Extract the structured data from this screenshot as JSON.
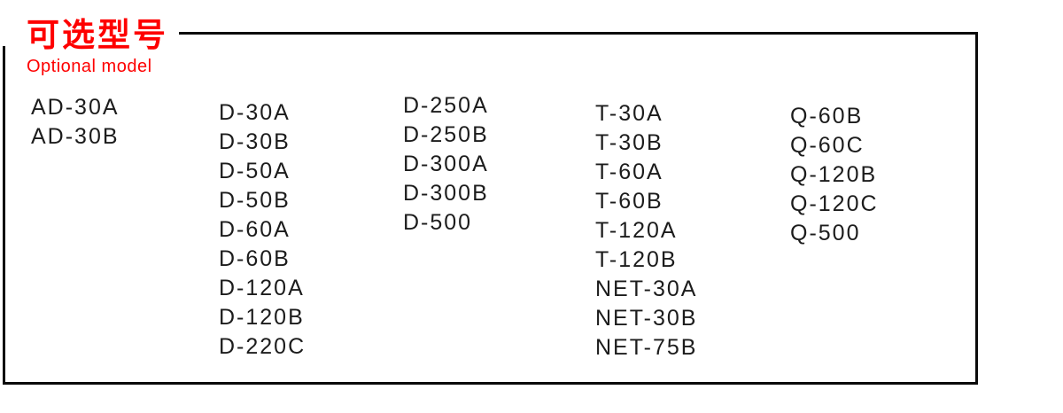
{
  "header": {
    "title_zh": "可选型号",
    "title_en": "Optional model",
    "accent_color": "#fe0000"
  },
  "model_columns": [
    {
      "models": [
        "AD-30A",
        "AD-30B"
      ]
    },
    {
      "models": [
        "D-30A",
        "D-30B",
        "D-50A",
        "D-50B",
        "D-60A",
        "D-60B",
        "D-120A",
        "D-120B",
        "D-220C"
      ]
    },
    {
      "models": [
        "D-250A",
        "D-250B",
        "D-300A",
        "D-300B",
        "D-500"
      ]
    },
    {
      "models": [
        "T-30A",
        "T-30B",
        "T-60A",
        "T-60B",
        "T-120A",
        "T-120B",
        "NET-30A",
        "NET-30B",
        "NET-75B"
      ]
    },
    {
      "models": [
        "Q-60B",
        "Q-60C",
        "Q-120B",
        "Q-120C",
        "Q-500"
      ]
    }
  ]
}
